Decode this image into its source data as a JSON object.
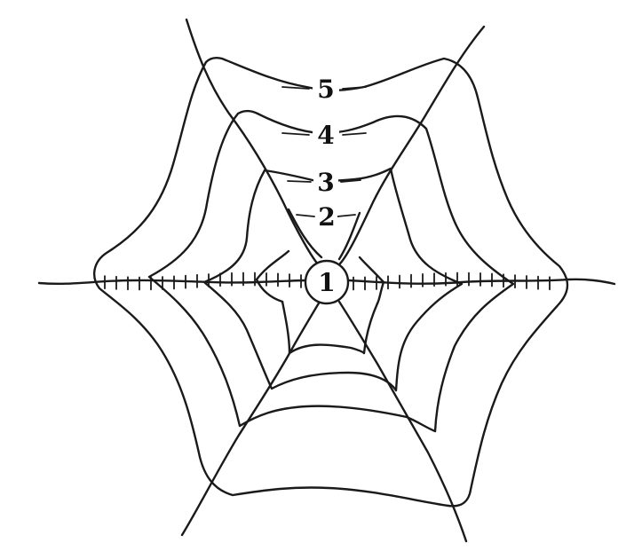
{
  "diagram": {
    "labels": {
      "center": "1",
      "ring2": "2",
      "ring3": "3",
      "ring4": "4",
      "ring5": "5"
    }
  }
}
